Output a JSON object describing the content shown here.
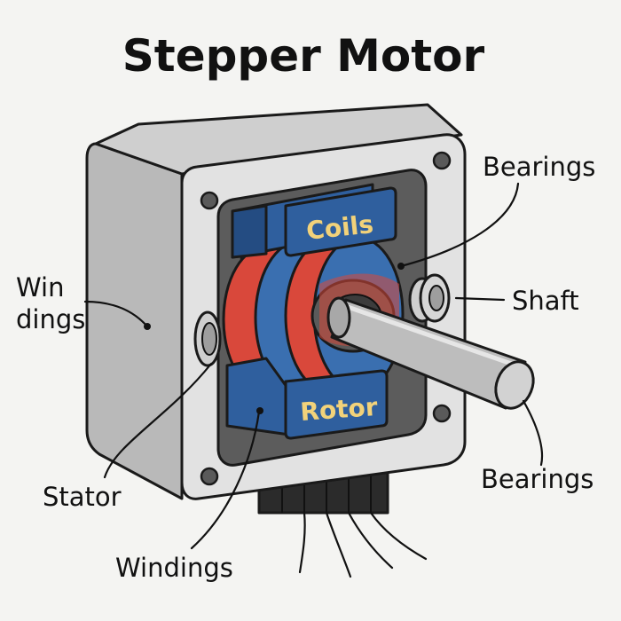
{
  "title": "Stepper Motor",
  "labels": {
    "coils": "Coils",
    "rotor": "Rotor",
    "bearings_top": "Bearings",
    "shaft": "Shaft",
    "bearings_bottom": "Bearings",
    "win_dings_line1": "Win",
    "win_dings_line2": "dings",
    "stator": "Stator",
    "windings": "Windings"
  },
  "colors": {
    "housing_light": "#d9d9d9",
    "housing_side": "#b5b5b5",
    "cavity": "#5a5a5a",
    "coil_blue": "#2f5f9e",
    "ring_red": "#d9483b",
    "ring_blue": "#3a6fb0",
    "label_yellow": "#f2d27a",
    "shaft": "#bdbdbd"
  }
}
